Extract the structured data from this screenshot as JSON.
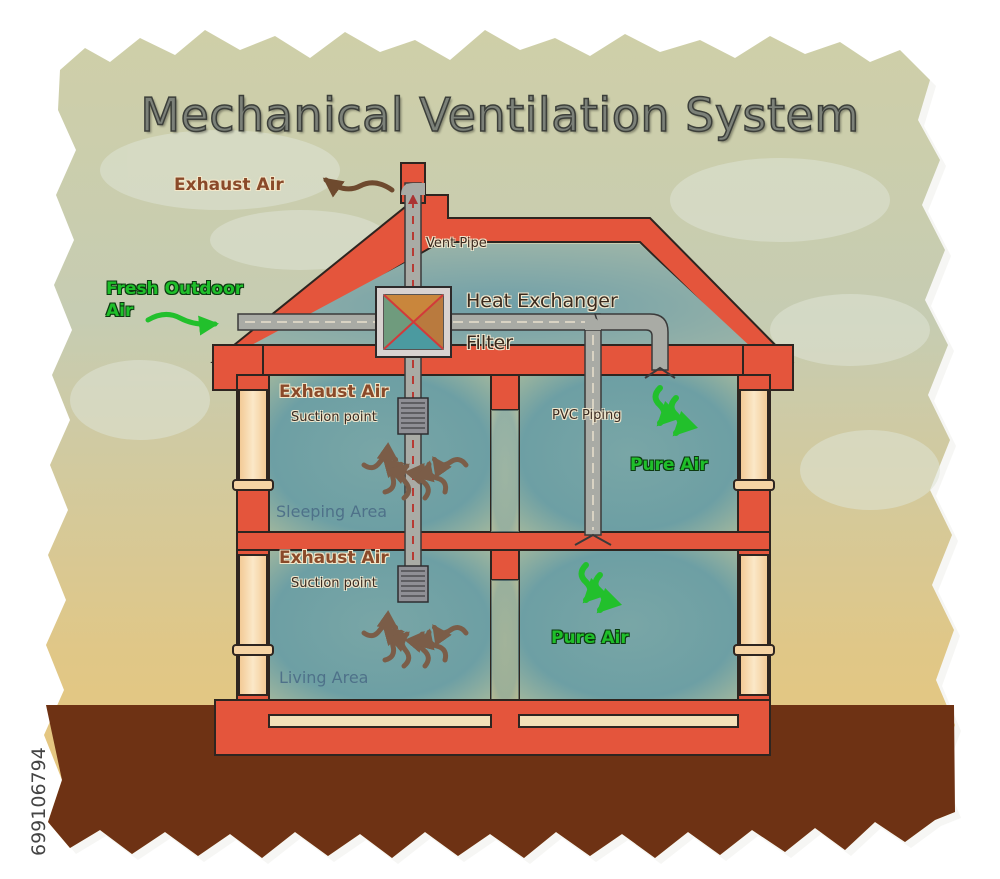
{
  "title": "Mechanical Ventilation System",
  "labels": {
    "exhaust_air_top": "Exhaust Air",
    "vent_pipe": "Vent Pipe",
    "fresh_outdoor_line1": "Fresh Outdoor",
    "fresh_outdoor_line2": "Air",
    "heat_exchanger": "Heat Exchanger",
    "filter": "Filter",
    "exhaust_air_upper": "Exhaust Air",
    "suction_point_upper": "Suction point",
    "pvc_piping": "PVC Piping",
    "pure_air_upper": "Pure Air",
    "sleeping_area": "Sleeping Area",
    "exhaust_air_lower": "Exhaust Air",
    "suction_point_lower": "Suction point",
    "pure_air_lower": "Pure Air",
    "living_area": "Living Area"
  },
  "stock_id": "699106794",
  "colors": {
    "wall": "#e4553c",
    "room": "#6f9fa2",
    "ground": "#6e3214",
    "fresh_air": "#22c02c",
    "exhaust_text": "#8a4a2a"
  }
}
